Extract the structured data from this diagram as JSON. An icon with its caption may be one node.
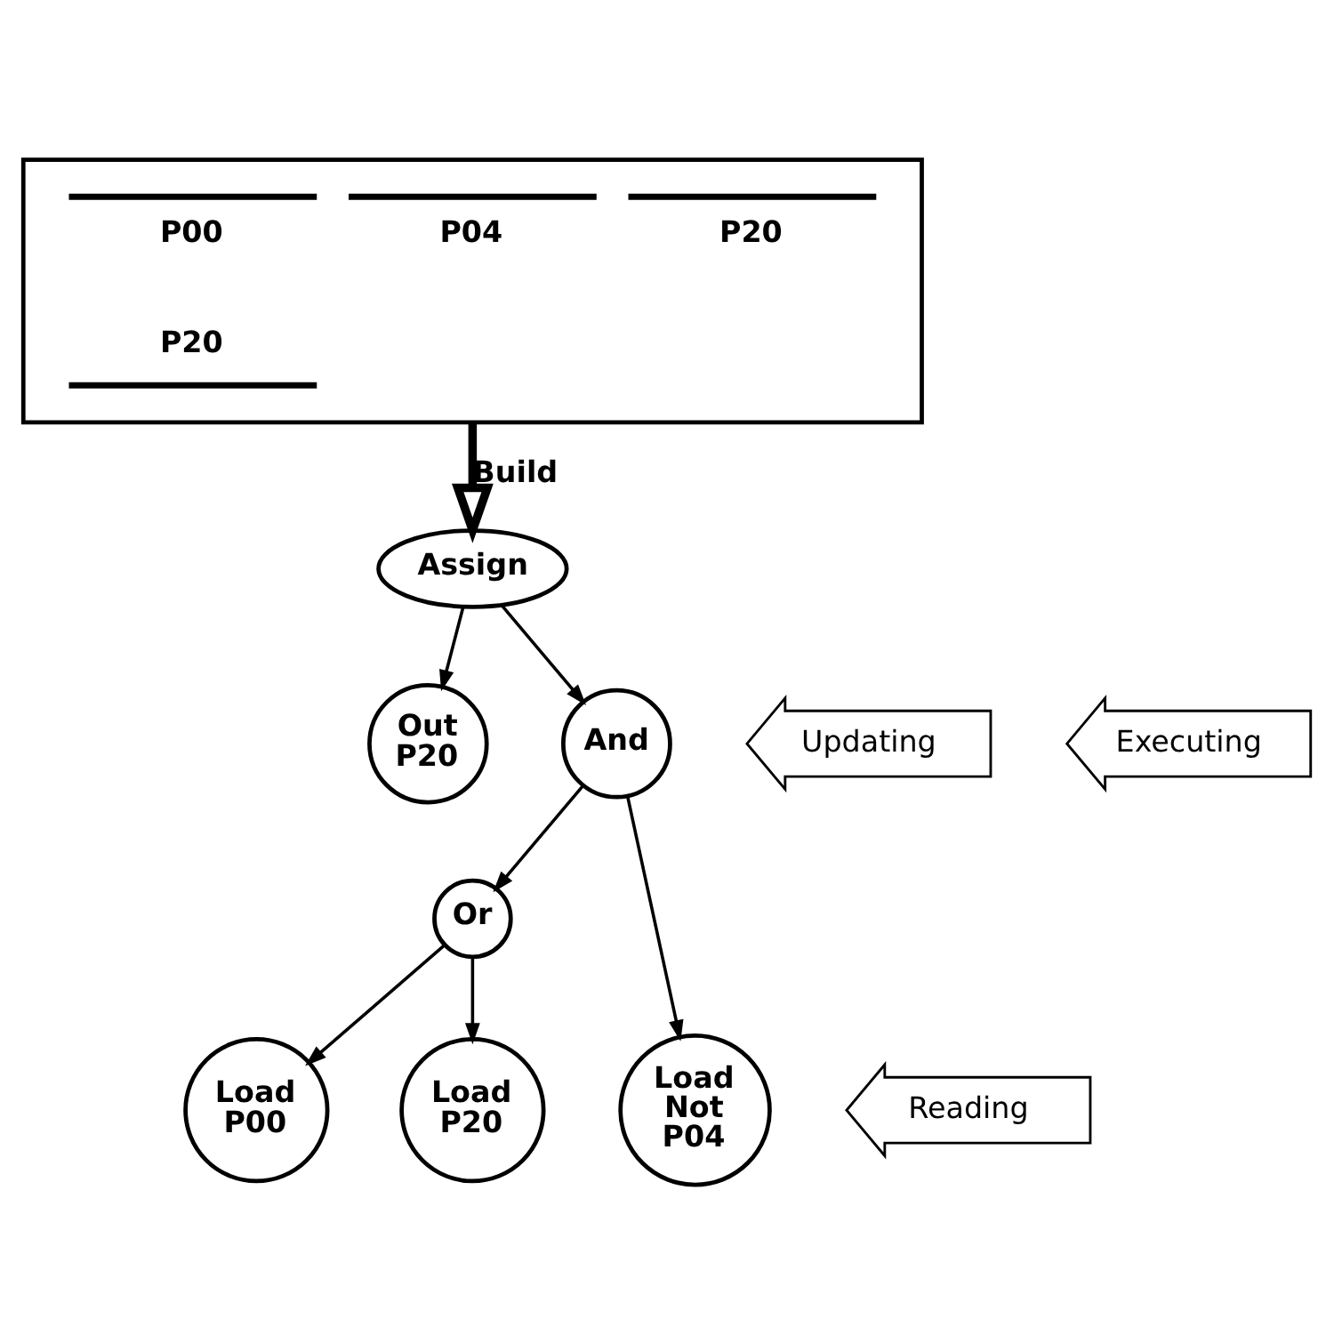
{
  "diagram": {
    "nodes": [
      {
        "text": [
          "P00",
          "P04",
          "P20",
          "P20"
        ]
      },
      {
        "text": [
          "Assign"
        ]
      },
      {
        "text": [
          "Out P20"
        ]
      },
      {
        "text": [
          "Updating"
        ]
      },
      {
        "text": [
          "And"
        ]
      },
      {
        "text": [
          "Executing"
        ]
      },
      {
        "text": [
          "Or"
        ]
      },
      {
        "text": [
          "Load P00"
        ]
      },
      {
        "text": [
          "Load P20"
        ]
      },
      {
        "text": [
          "Load Not P04"
        ]
      },
      {
        "text": [
          "Reading"
        ]
      }
    ],
    "edges": [
      {
        "from": 0,
        "to": 1,
        "arrow": "to",
        "label": "Build",
        "style": "thick"
      },
      {
        "from": 1,
        "to": 4,
        "arrow": "to"
      },
      {
        "from": 1,
        "to": 2,
        "arrow": "to"
      },
      {
        "from": 4,
        "to": 6,
        "arrow": "to"
      },
      {
        "from": 4,
        "to": 9,
        "arrow": "to"
      },
      {
        "from": 6,
        "to": 7,
        "arrow": "to"
      },
      {
        "from": 6,
        "to": 8,
        "arrow": "to"
      }
    ]
  }
}
